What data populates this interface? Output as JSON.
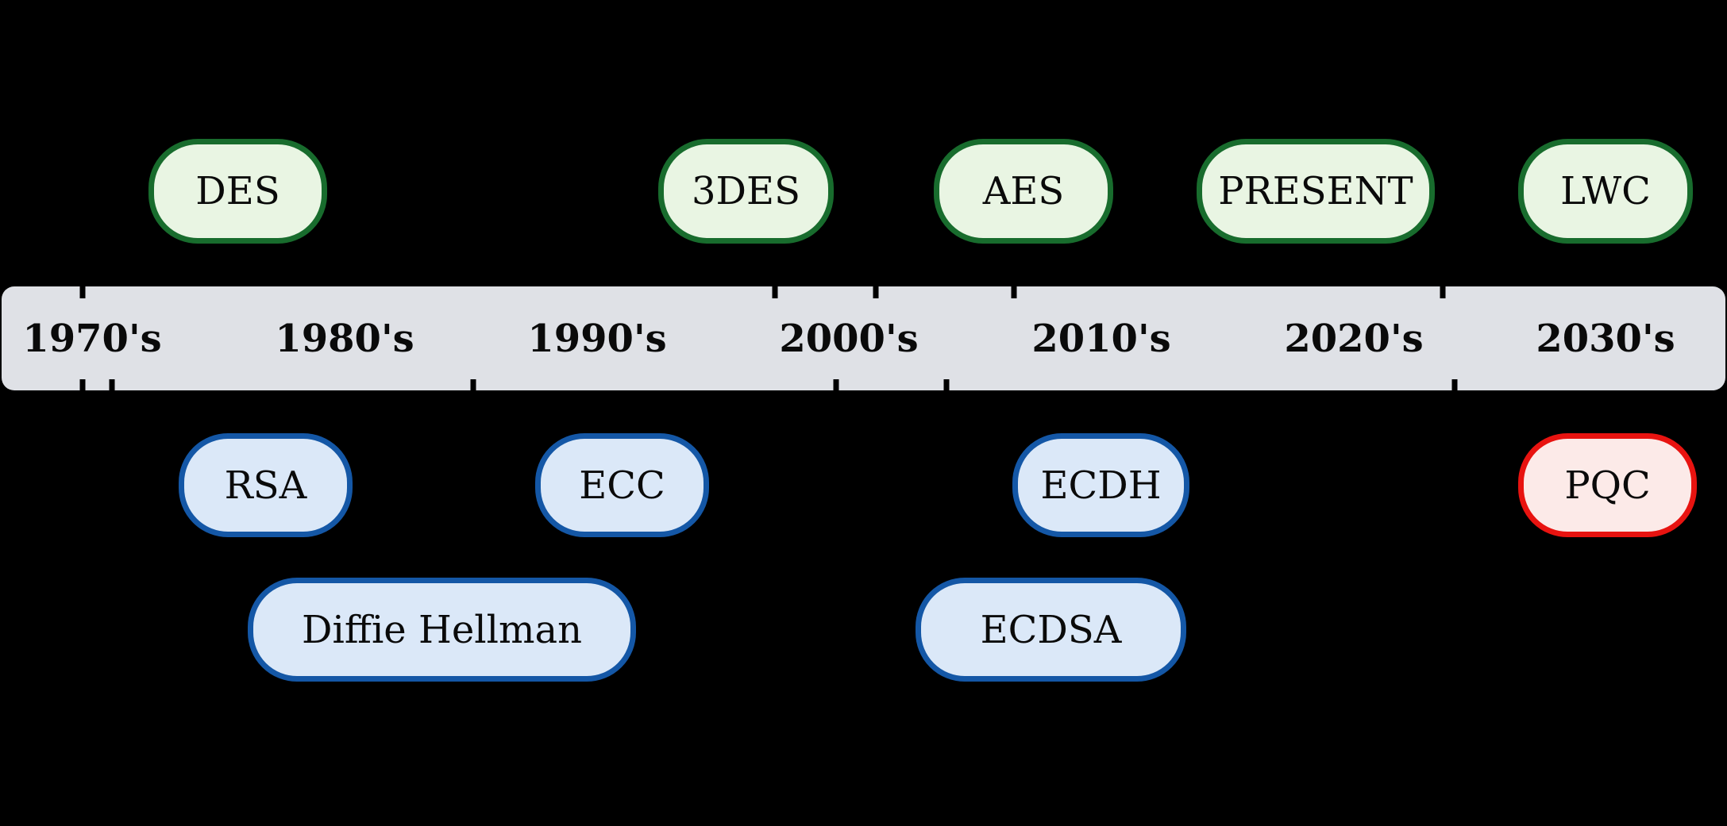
{
  "colors": {
    "background": "#000000",
    "text": "#0a0a0a",
    "timeline_fill": "#dfe1e6",
    "symmetric_fill": "#e9f5e3",
    "symmetric_border": "#186c2d",
    "asymmetric_fill": "#dbe8f8",
    "asymmetric_border": "#1457a6",
    "pqc_fill": "#fceae8",
    "pqc_border": "#e81310"
  },
  "timeline": {
    "decades": [
      "1970's",
      "1980's",
      "1990's",
      "2000's",
      "2010's",
      "2020's",
      "2030's"
    ]
  },
  "nodes": {
    "des": {
      "label": "DES",
      "category": "symmetric"
    },
    "tdes": {
      "label": "3DES",
      "category": "symmetric"
    },
    "aes": {
      "label": "AES",
      "category": "symmetric"
    },
    "present": {
      "label": "PRESENT",
      "category": "symmetric"
    },
    "lwc": {
      "label": "LWC",
      "category": "symmetric"
    },
    "rsa": {
      "label": "RSA",
      "category": "asymmetric"
    },
    "ecc": {
      "label": "ECC",
      "category": "asymmetric"
    },
    "ecdh": {
      "label": "ECDH",
      "category": "asymmetric"
    },
    "diffie_hellman": {
      "label": "Diffie Hellman",
      "category": "asymmetric"
    },
    "ecdsa": {
      "label": "ECDSA",
      "category": "asymmetric"
    },
    "pqc": {
      "label": "PQC",
      "category": "post-quantum"
    }
  }
}
